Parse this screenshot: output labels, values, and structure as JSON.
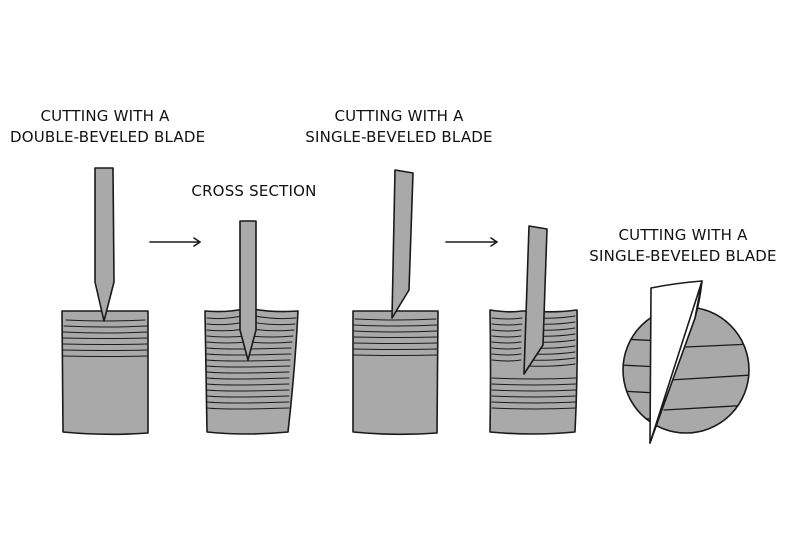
{
  "labels": {
    "double_beveled": {
      "line1": "CUTTING WITH A",
      "line2": "DOUBLE-BEVELED BLADE"
    },
    "cross_section": "CROSS SECTION",
    "single_beveled": {
      "line1": "CUTTING WITH A",
      "line2": "SINGLE-BEVELED BLADE"
    },
    "single_beveled_zoom": {
      "line1": "CUTTING WITH A",
      "line2": "SINGLE-BEVELED BLADE"
    }
  },
  "colors": {
    "fill": "#a9a9a9",
    "stroke": "#1a1a1a",
    "background": "#ffffff"
  }
}
